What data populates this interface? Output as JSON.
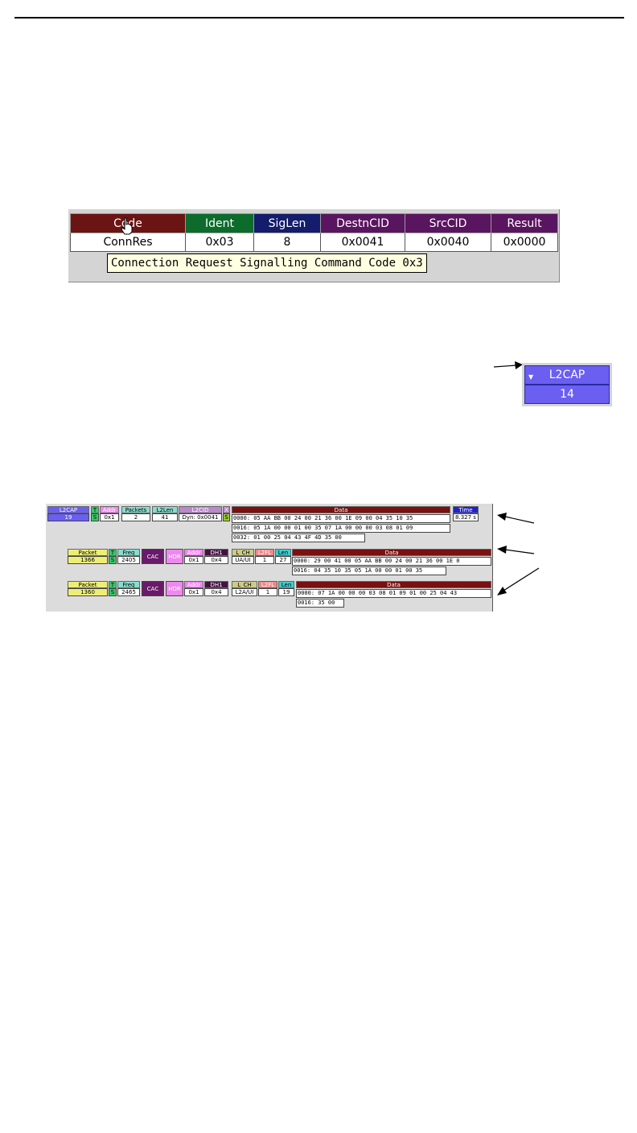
{
  "signalling": {
    "headers": [
      "Code",
      "Ident",
      "SigLen",
      "DestnCID",
      "SrcCID",
      "Result"
    ],
    "values": [
      "ConnRes",
      "0x03",
      "8",
      "0x0041",
      "0x0040",
      "0x0000"
    ],
    "tooltip": "Connection Request Signalling Command Code 0x3",
    "colors": {
      "code": "#6b1414",
      "ident": "#0d6b2c",
      "siglen": "#141c6b",
      "destncid": "#5a1560",
      "srccid": "#5a1560",
      "result": "#5a1560"
    }
  },
  "badge": {
    "title": "L2CAP",
    "value": "14",
    "color": "#6a5ff0"
  },
  "trace": {
    "row1": {
      "l2cap_label": "L2CAP",
      "l2cap_value": "19",
      "t_label": "T",
      "t_value": "S",
      "addr_label": "Addr",
      "addr_value": "0x1",
      "packets_label": "Packets",
      "packets_value": "2",
      "l2len_label": "L2Len",
      "l2len_value": "41",
      "l2cid_label": "L2CID",
      "l2cid_value": "Dyn: 0x0041",
      "x_label": "X",
      "x_value": "S",
      "data_label": "Data",
      "data_lines": [
        "0000: 05 AA BB 00 24 00 21 36 00 1E 09 00 04 35 10 35",
        "0016: 05 1A 00 00 01 00 35 07 1A 00 00 00 03 08 01 09",
        "0032: 01 00 25 04 43 4F 4D 35 00"
      ],
      "time_label": "Time",
      "time_value": "8.327 s"
    },
    "row2": {
      "packet_label": "Packet",
      "packet_value": "1366",
      "t_label": "T",
      "t_value": "S",
      "freq_label": "Freq",
      "freq_value": "2405",
      "cac": "CAC",
      "hdr": "HDR",
      "addr_label": "Addr",
      "addr_value": "0x1",
      "dh1_label": "DH1",
      "dh1_value": "0x4",
      "lch_label": "L_CH",
      "lch_value": "UA/UI",
      "l2fl_label": "L2FL",
      "l2fl_value": "1",
      "len_label": "Len",
      "len_value": "27",
      "data_label": "Data",
      "data_lines": [
        "0000: 29 00 41 00 05 AA BB 00 24 00 21 36 00 1E 0",
        "0016: 04 35 10 35 05 1A 00 00 01 00 35"
      ]
    },
    "row3": {
      "packet_label": "Packet",
      "packet_value": "1360",
      "t_label": "T",
      "t_value": "S",
      "freq_label": "Freq",
      "freq_value": "2465",
      "cac": "CAC",
      "hdr": "HDR",
      "addr_label": "Addr",
      "addr_value": "0x1",
      "dh1_label": "DH1",
      "dh1_value": "0x4",
      "lch_label": "L_CH",
      "lch_value": "L2A/UI",
      "l2fl_label": "L2FL",
      "l2fl_value": "1",
      "len_label": "Len",
      "len_value": "19",
      "data_label": "Data",
      "data_lines": [
        "0000: 07 1A 00 00 00 03 08 01 09 01 00 25 04 43",
        "0016: 35 00"
      ]
    }
  }
}
